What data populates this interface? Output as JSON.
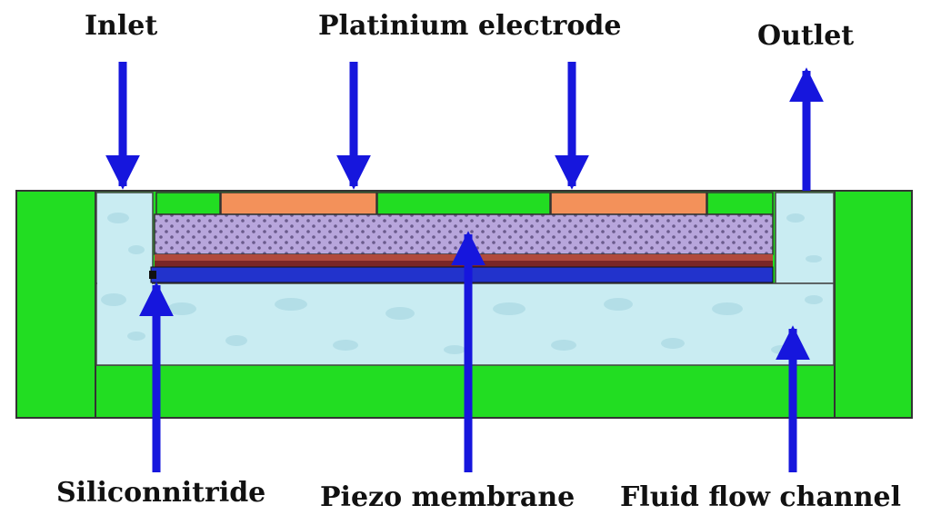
{
  "labels": {
    "inlet": "Inlet",
    "platinum_electrode": "Platinium electrode",
    "outlet": "Outlet",
    "siliconnitride": "Siliconnitride",
    "piezo_membrane": "Piezo membrane",
    "fluid_flow_channel": "Fluid flow channel"
  },
  "colors": {
    "frame_green": "#22dd22",
    "outline": "#333333",
    "fluid": "#c9ecf2",
    "fluid_bubble": "#a9d8e2",
    "electrode_orange": "#f3915a",
    "piezo_lavender": "#b8a6dc",
    "piezo_dot": "#6a5a8c",
    "brown_layer": "#b04a3c",
    "dark_red_layer": "#7a2626",
    "blue_layer": "#2233cc",
    "arrow_blue": "#1616dd"
  }
}
